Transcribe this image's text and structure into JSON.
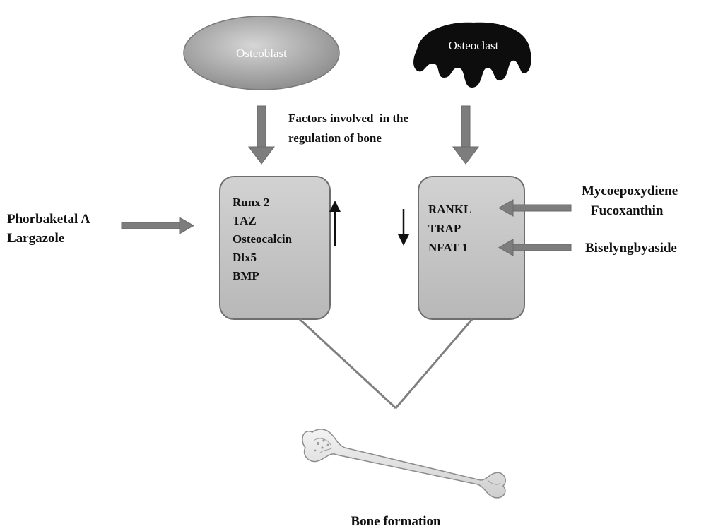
{
  "osteoblast": {
    "label": "Osteoblast"
  },
  "osteoclast": {
    "label": "Osteoclast"
  },
  "factors": {
    "line1": "Factors involved  in the",
    "line2": "regulation of bone"
  },
  "osteoblast_box": {
    "items": [
      "Runx 2",
      "TAZ",
      "Osteocalcin",
      "Dlx5",
      "BMP"
    ],
    "trend": "up"
  },
  "osteoclast_box": {
    "items": [
      "RANKL",
      "TRAP",
      "NFAT 1"
    ],
    "trend": "down"
  },
  "left_compounds": [
    "Phorbaketal A",
    "Largazole"
  ],
  "right_compounds_top": [
    "Mycoepoxydiene",
    "Fucoxanthin"
  ],
  "right_compounds_bottom": [
    "Biselyngbyaside"
  ],
  "bone": {
    "label": "Bone formation"
  },
  "colors": {
    "arrow": "#7d7d7d",
    "box_fill": "#c4c4c4",
    "box_stroke": "#6e6e6e",
    "line": "#7f7f7f",
    "osteoclast_fill": "#0d0d0d"
  }
}
